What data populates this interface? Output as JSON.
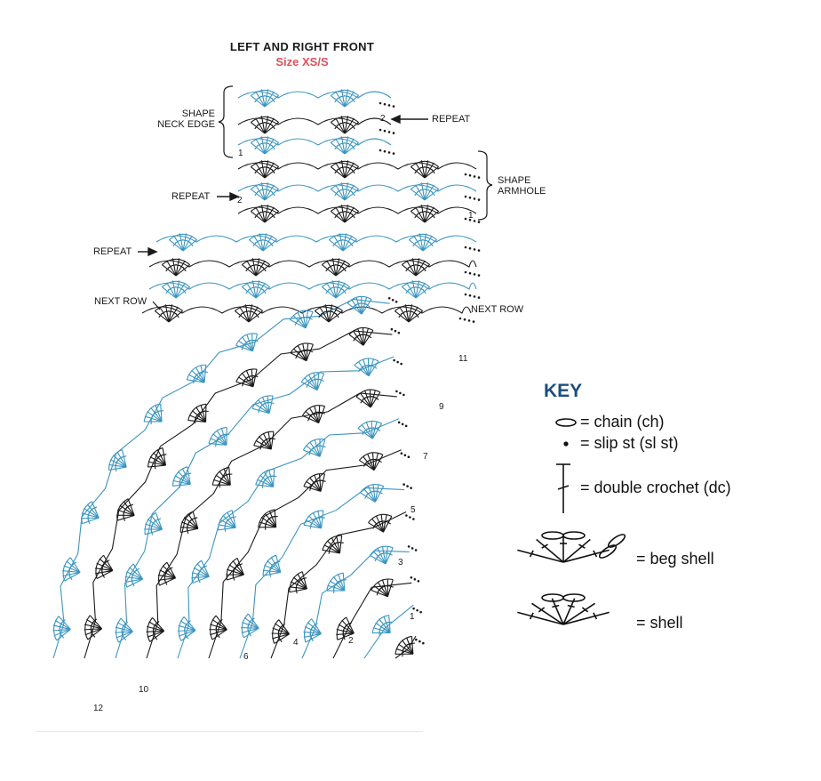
{
  "title": "LEFT AND RIGHT FRONT",
  "subtitle": "Size XS/S",
  "colors": {
    "black": "#1a1a1a",
    "blue": "#3b95c0",
    "accent": "#e0505a",
    "key_title": "#1d4e7e"
  },
  "labels": {
    "shape_neck_edge_1": "SHAPE",
    "shape_neck_edge_2": "NECK EDGE",
    "shape_armhole_1": "SHAPE",
    "shape_armhole_2": "ARMHOLE",
    "repeat_top": "REPEAT",
    "repeat_mid": "REPEAT",
    "repeat_left": "REPEAT",
    "next_row_left": "NEXT ROW",
    "next_row_right": "NEXT ROW"
  },
  "row_numbers": {
    "upper_2a": "2",
    "upper_1a": "1",
    "upper_2b": "2",
    "upper_1b": "1",
    "r1": "1",
    "r2": "2",
    "r3": "3",
    "r4": "4",
    "r5": "5",
    "r6": "6",
    "r7": "7",
    "r9": "9",
    "r10": "10",
    "r11": "11",
    "r12": "12"
  },
  "key": {
    "title": "KEY",
    "items": [
      {
        "symbol": "chain-icon",
        "text": "= chain (ch)"
      },
      {
        "symbol": "slip-stitch-icon",
        "text": "= slip st (sl st)"
      },
      {
        "symbol": "double-crochet-icon",
        "text": "= double crochet (dc)"
      },
      {
        "symbol": "beg-shell-icon",
        "text": "= beg shell"
      },
      {
        "symbol": "shell-icon",
        "text": "= shell"
      }
    ]
  }
}
